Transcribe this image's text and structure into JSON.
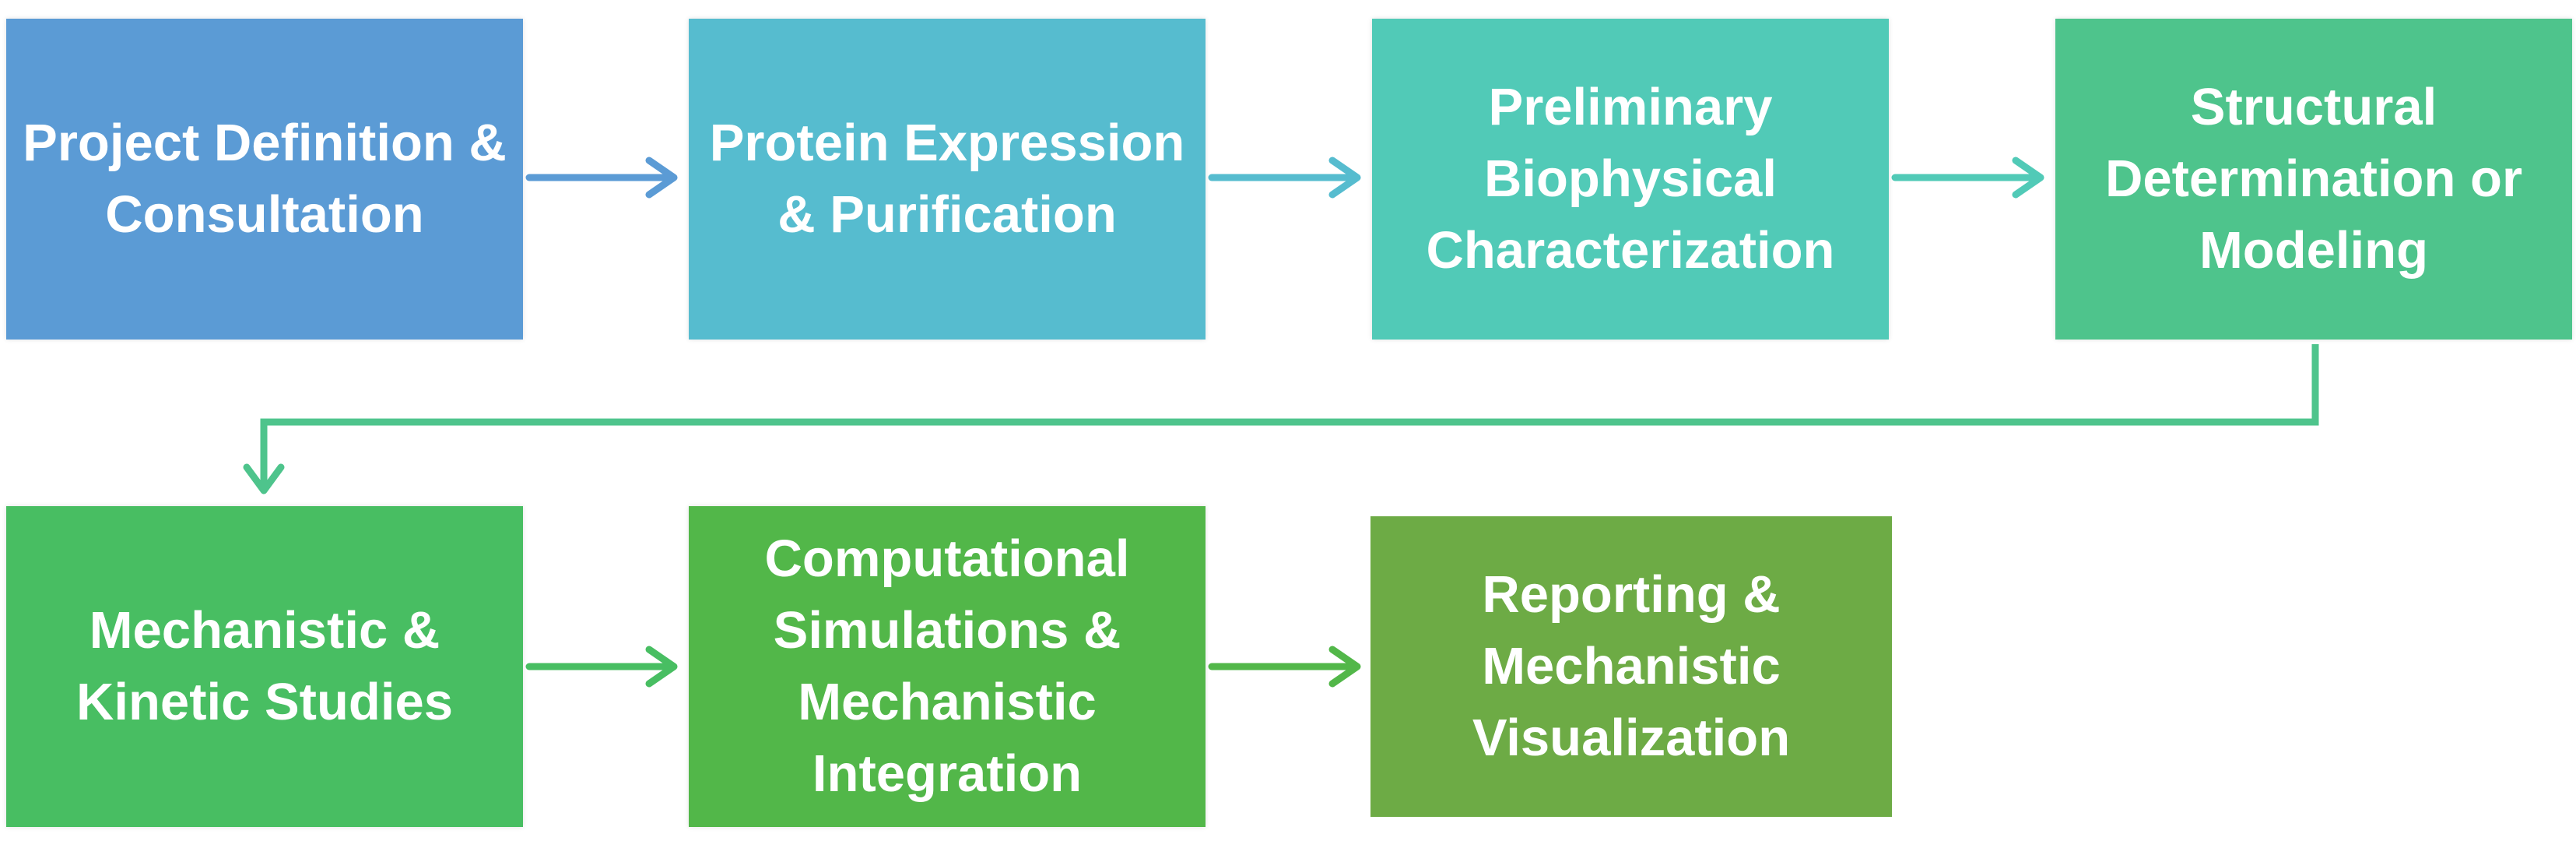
{
  "steps": [
    {
      "label": "Project Definition & Consultation",
      "color": "#5B9BD5"
    },
    {
      "label": "Protein Expression & Purification",
      "color": "#56BCCF"
    },
    {
      "label": "Preliminary Biophysical Characterization",
      "color": "#51CAB7"
    },
    {
      "label": "Structural Determination or Modeling",
      "color": "#4EC48C"
    },
    {
      "label": "Mechanistic & Kinetic Studies",
      "color": "#48BE62"
    },
    {
      "label": "Computational Simulations & Mechanistic Integration",
      "color": "#52B749"
    },
    {
      "label": "Reporting & Mechanistic Visualization",
      "color": "#6DAB45"
    }
  ],
  "connector_colors": {
    "a1": "#5B9BD5",
    "a2": "#56BCCF",
    "a3": "#51CAB7",
    "wrap": "#4EC48C",
    "a5": "#48BE62",
    "a6": "#52B749"
  }
}
